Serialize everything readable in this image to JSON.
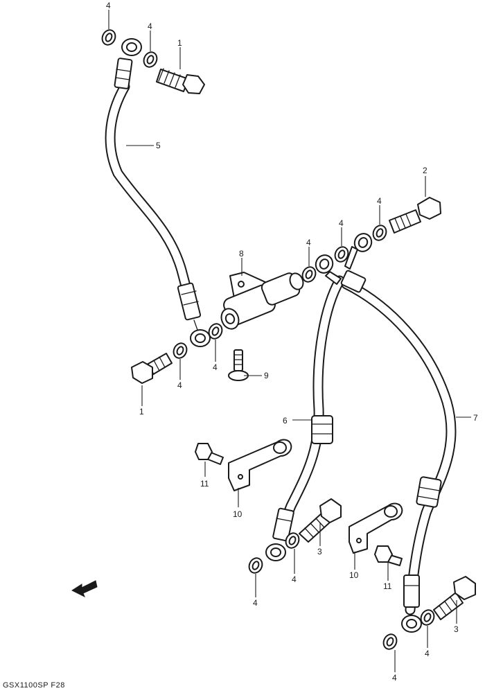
{
  "diagram": {
    "callouts": [
      {
        "id": "c1a",
        "label": "1"
      },
      {
        "id": "c1b",
        "label": "1"
      },
      {
        "id": "c2",
        "label": "2"
      },
      {
        "id": "c3a",
        "label": "3"
      },
      {
        "id": "c3b",
        "label": "3"
      },
      {
        "id": "c4a",
        "label": "4"
      },
      {
        "id": "c4b",
        "label": "4"
      },
      {
        "id": "c4c",
        "label": "4"
      },
      {
        "id": "c4d",
        "label": "4"
      },
      {
        "id": "c4e",
        "label": "4"
      },
      {
        "id": "c4f",
        "label": "4"
      },
      {
        "id": "c4g",
        "label": "4"
      },
      {
        "id": "c4h",
        "label": "4"
      },
      {
        "id": "c4i",
        "label": "4"
      },
      {
        "id": "c4j",
        "label": "4"
      },
      {
        "id": "c4k",
        "label": "4"
      },
      {
        "id": "c5",
        "label": "5"
      },
      {
        "id": "c6",
        "label": "6"
      },
      {
        "id": "c7",
        "label": "7"
      },
      {
        "id": "c8",
        "label": "8"
      },
      {
        "id": "c9",
        "label": "9"
      },
      {
        "id": "c10a",
        "label": "10"
      },
      {
        "id": "c10b",
        "label": "10"
      },
      {
        "id": "c11a",
        "label": "11"
      },
      {
        "id": "c11b",
        "label": "11"
      }
    ],
    "figure_code": "GSX1100SP  F28"
  }
}
